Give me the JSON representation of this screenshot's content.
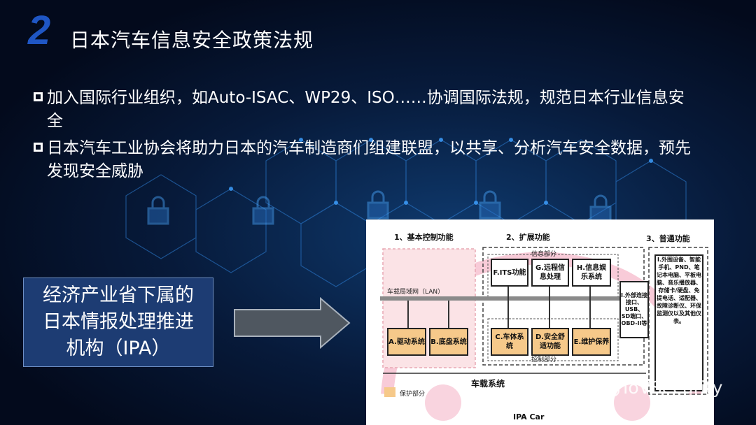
{
  "slide": {
    "number": "2",
    "title": "日本汽车信息安全政策法规",
    "bullets": [
      "加入国际行业组织，如Auto-ISAC、WP29、ISO……协调国际法规，规范日本行业信息安全",
      "日本汽车工业协会将助力日本的汽车制造商们组建联盟，以共享、分析汽车安全数据，预先发现安全威胁"
    ],
    "ipa_box": "经济产业省下属的\n日本情报处理推进\n机构（IPA）"
  },
  "diagram": {
    "section_basic": "1、基本控制功能",
    "section_ext": "2、扩展功能",
    "section_general": "3、普通功能",
    "info_part": "信息部分",
    "control_part": "控制部分",
    "lan": "车载局域网（LAN）",
    "modules": {
      "a": "A.驱动系统",
      "b": "B.底盘系统",
      "f": "F.ITS功能",
      "g": "G.远程信息处理",
      "h": "H.信息娱乐系统",
      "c": "C.车体系统",
      "d": "D.安全舒适功能",
      "e": "E.维护保养"
    },
    "interface_i": "I.外部连接接口、USB、SD端口、OBD-II等",
    "general_list": "I.外围设备、智能手机、PND、笔记本电脑、平板电脑、音乐播放器、存储卡/硬盘、免提电话、适配器、故障诊断仪、环保监测仪以及其他仪表。",
    "system_label": "车载系统",
    "legend": "保护部分",
    "footer": "IPA Car"
  },
  "watermark": "IoVSecurity",
  "colors": {
    "background": "#071a3a",
    "slide_number": "#1f56c4",
    "ipa_box": "#1d3c73",
    "protect": "#f6c98a",
    "car_shape": "#f2a0b8"
  }
}
